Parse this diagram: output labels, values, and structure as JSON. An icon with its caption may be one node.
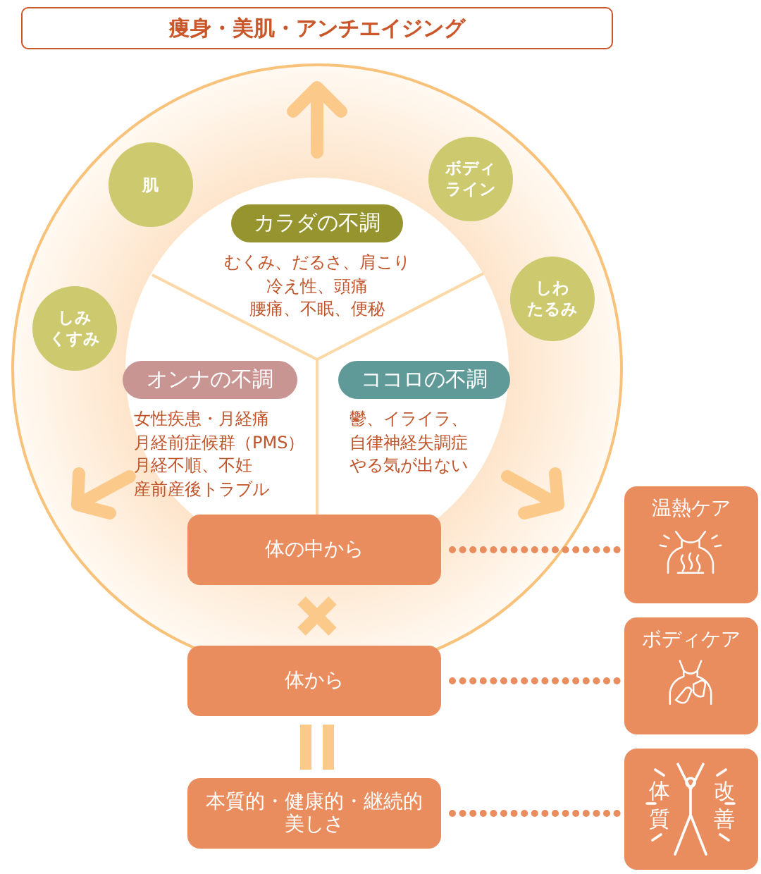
{
  "diagram": {
    "nodes": [
      {
        "text": [
          "痩身・美肌・アンチエイジング"
        ]
      },
      {
        "text": [
          "肌"
        ]
      },
      {
        "text": [
          "ボディライン"
        ]
      },
      {
        "text": [
          "カラダの不調",
          "むくみ、だるさ、肩こり",
          "冷え性、頭痛",
          "腰痛、不眠、便秘"
        ]
      },
      {
        "text": [
          "しみくすみ"
        ]
      },
      {
        "text": [
          "しわたるみ"
        ]
      },
      {
        "text": [
          "オンナの不調",
          "女性疾患・月経痛",
          "月経前症候群（PMS）",
          "月経不順、不妊",
          "産前産後トラブル"
        ]
      },
      {
        "text": [
          "ココロの不調",
          "鬱、イライラ、",
          "自律神経失調症",
          "やる気が出ない"
        ]
      },
      {
        "text": [
          "体の中から"
        ]
      },
      {
        "text": [
          "温熱ケア"
        ]
      },
      {
        "text": [
          "体から"
        ]
      },
      {
        "text": [
          "ボディケア"
        ]
      },
      {
        "text": [
          "本質的・健康的・継続的美しさ"
        ]
      },
      {
        "text": [
          "体質",
          "改善"
        ]
      }
    ],
    "edges": [
      {
        "from": 8,
        "to": 9,
        "arrow": "none"
      },
      {
        "from": 10,
        "to": 11,
        "arrow": "none"
      },
      {
        "from": 12,
        "to": 13,
        "arrow": "none"
      }
    ]
  }
}
